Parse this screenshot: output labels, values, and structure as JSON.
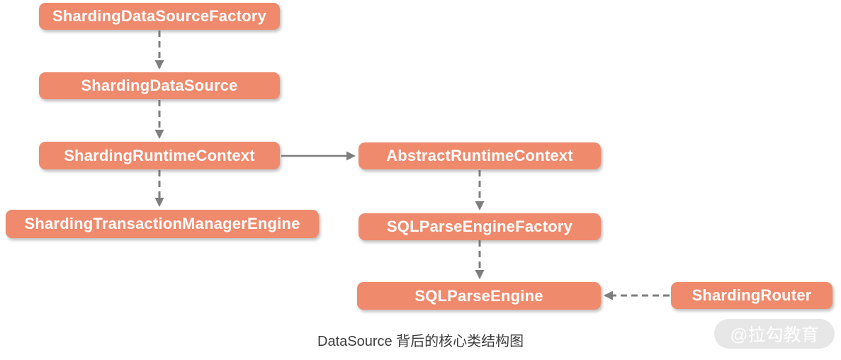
{
  "diagram": {
    "nodes": [
      {
        "id": "sharding-data-source-factory",
        "label": "ShardingDataSourceFactory"
      },
      {
        "id": "sharding-data-source",
        "label": "ShardingDataSource"
      },
      {
        "id": "sharding-runtime-context",
        "label": "ShardingRuntimeContext"
      },
      {
        "id": "sharding-transaction-manager-engine",
        "label": "ShardingTransactionManagerEngine"
      },
      {
        "id": "abstract-runtime-context",
        "label": "AbstractRuntimeContext"
      },
      {
        "id": "sql-parse-engine-factory",
        "label": "SQLParseEngineFactory"
      },
      {
        "id": "sql-parse-engine",
        "label": "SQLParseEngine"
      },
      {
        "id": "sharding-router",
        "label": "ShardingRouter"
      }
    ],
    "edges": [
      {
        "from": "ShardingDataSourceFactory",
        "to": "ShardingDataSource",
        "style": "dashed",
        "direction": "down"
      },
      {
        "from": "ShardingDataSource",
        "to": "ShardingRuntimeContext",
        "style": "dashed",
        "direction": "down"
      },
      {
        "from": "ShardingRuntimeContext",
        "to": "ShardingTransactionManagerEngine",
        "style": "dashed",
        "direction": "down"
      },
      {
        "from": "ShardingRuntimeContext",
        "to": "AbstractRuntimeContext",
        "style": "solid",
        "direction": "right"
      },
      {
        "from": "AbstractRuntimeContext",
        "to": "SQLParseEngineFactory",
        "style": "dashed",
        "direction": "down"
      },
      {
        "from": "SQLParseEngineFactory",
        "to": "SQLParseEngine",
        "style": "dashed",
        "direction": "down"
      },
      {
        "from": "ShardingRouter",
        "to": "SQLParseEngine",
        "style": "dashed",
        "direction": "left"
      }
    ],
    "colors": {
      "node_fill": "#f08a6d",
      "node_text": "#ffffff",
      "arrow": "#7e7e7e",
      "caption_text": "#3d3d3d",
      "watermark_bg": "#e7e7e7",
      "watermark_text": "#ffffff"
    }
  },
  "caption": "DataSource 背后的核心类结构图",
  "watermark": "@拉勾教育"
}
